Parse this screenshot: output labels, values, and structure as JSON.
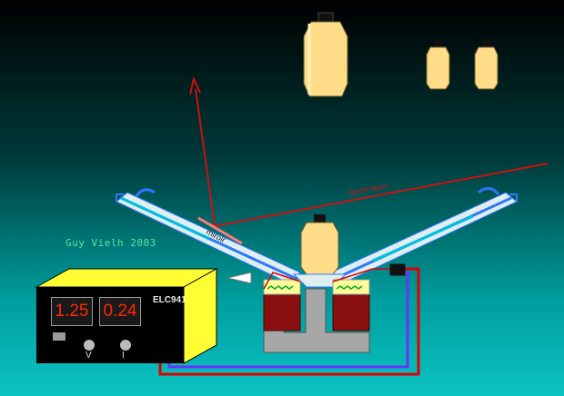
{
  "credit": "Guy Vielh 2003",
  "power_supply": {
    "model": "ELC941",
    "voltage_display": "1.25",
    "current_display": "0.24",
    "knob_labels": [
      "V",
      "I"
    ]
  },
  "labels": {
    "laser": "rayon laser",
    "mirror": "miroir"
  },
  "colors": {
    "weight": "#ffdd88",
    "box_face": "#ffff33",
    "box_front": "#000000",
    "laser": "#cc1111",
    "tube": "#2d78ff",
    "coil": "#8a1010",
    "wire_red": "#dd0000",
    "wire_blue": "#6633ff"
  },
  "icons": [
    "weight-icon",
    "knob-icon",
    "power-switch-icon"
  ]
}
